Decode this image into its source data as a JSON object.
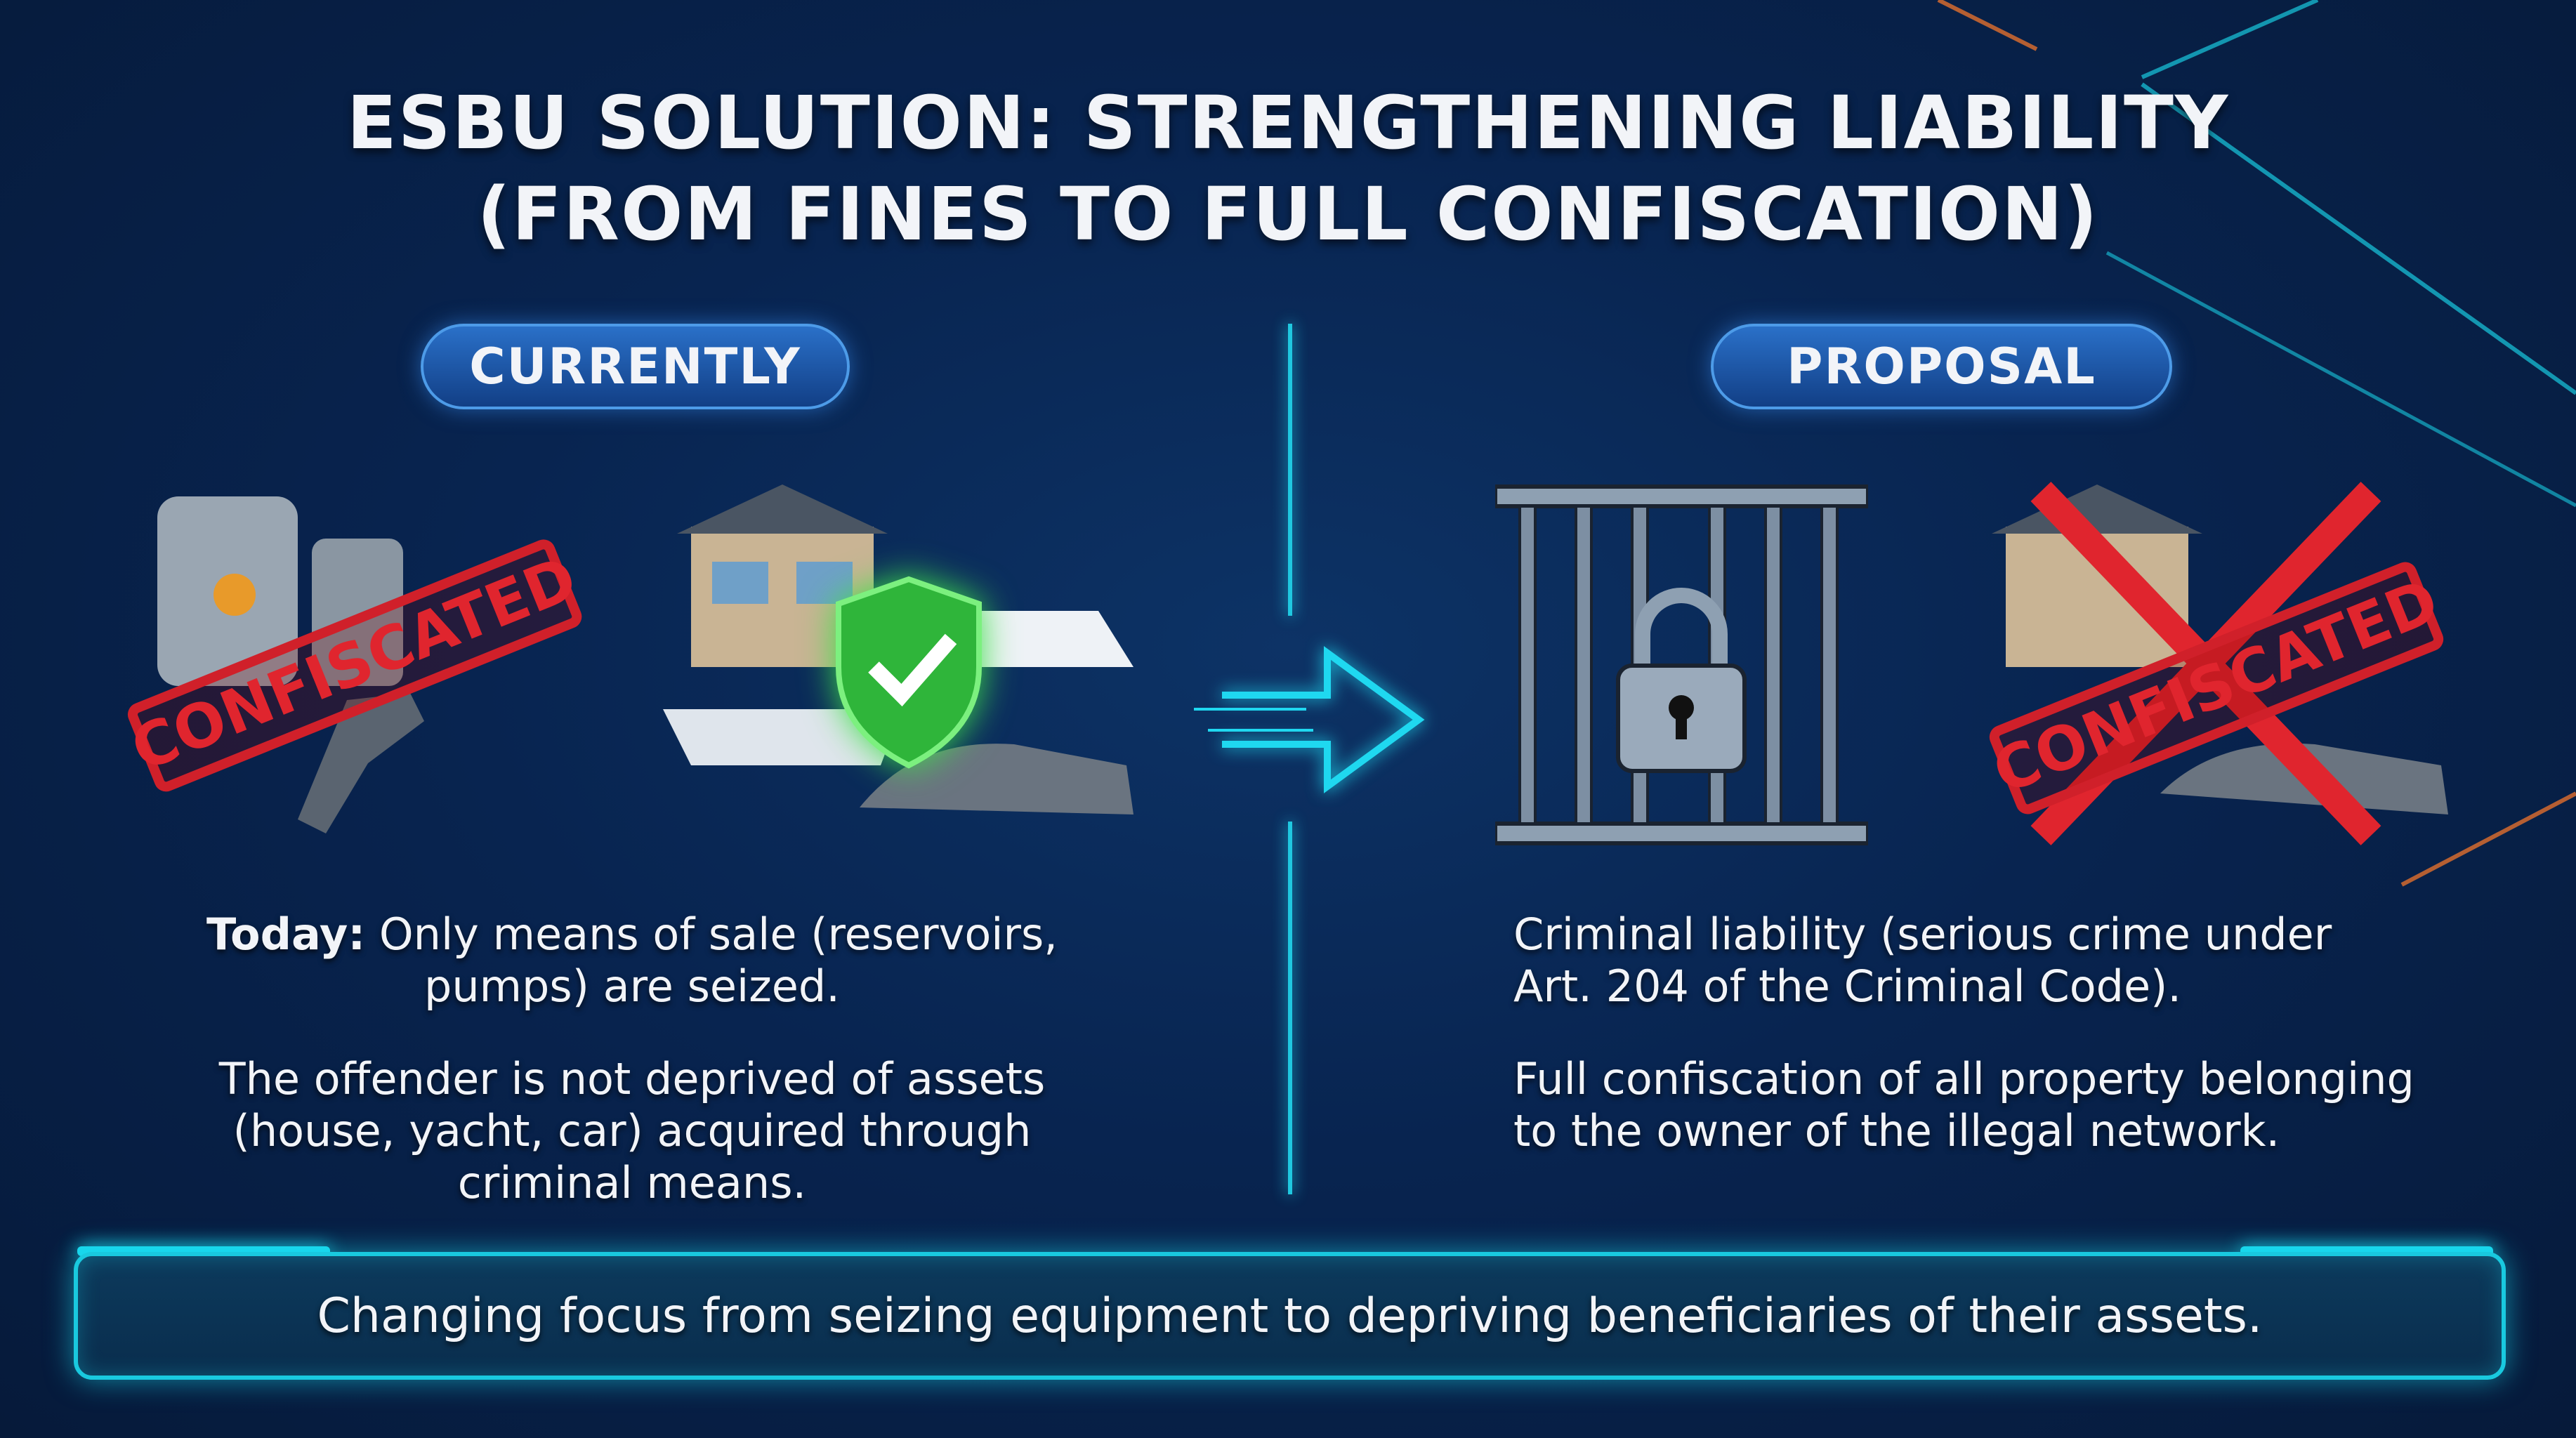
{
  "title": {
    "line1": "ESBU SOLUTION: STRENGTHENING LIABILITY",
    "line2": "(FROM FINES TO FULL CONFISCATION)"
  },
  "left": {
    "label": "CURRENTLY",
    "stamp": "CONFISCATED",
    "p1_bold": "Today:",
    "p1_line1": " Only means of sale (reservoirs,",
    "p1_line2": "pumps) are seized.",
    "p2_line1": "The offender is not deprived of assets",
    "p2_line2": "(house, yacht, car) acquired through",
    "p2_line3": "criminal means."
  },
  "right": {
    "label": "PROPOSAL",
    "stamp": "CONFISCATED",
    "p1_line1": "Criminal liability (serious crime under",
    "p1_line2": "Art. 204 of the Criminal Code).",
    "p2_line1": "Full confiscation of all property belonging",
    "p2_line2": "to the owner of the illegal network."
  },
  "banner": {
    "text": "Changing focus from seizing equipment to depriving beneficiaries of their assets."
  },
  "colors": {
    "accent": "#19c9df",
    "pill": "#1f5bb0",
    "stamp": "#d0202a",
    "shield": "#3fd04a"
  }
}
